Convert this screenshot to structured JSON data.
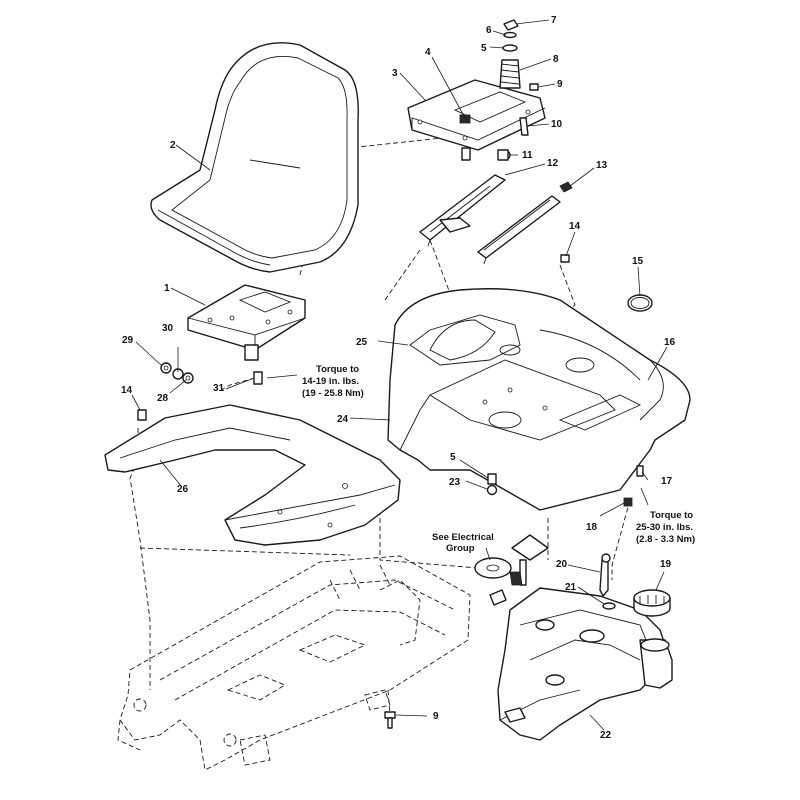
{
  "callouts": [
    "1",
    "2",
    "3",
    "4",
    "5",
    "6",
    "7",
    "8",
    "9",
    "10",
    "11",
    "12",
    "13",
    "14",
    "15",
    "16",
    "17",
    "18",
    "19",
    "20",
    "21",
    "22",
    "23",
    "24",
    "25",
    "26",
    "28",
    "29",
    "30",
    "31"
  ],
  "notes": {
    "torque_seat": [
      "Torque to",
      "14-19 in. lbs.",
      "(19 - 25.8 Nm)"
    ],
    "torque_fender": [
      "Torque to",
      "25-30 in. lbs.",
      "(2.8 - 3.3 Nm)"
    ],
    "electrical": [
      "See Electrical",
      "Group"
    ]
  }
}
